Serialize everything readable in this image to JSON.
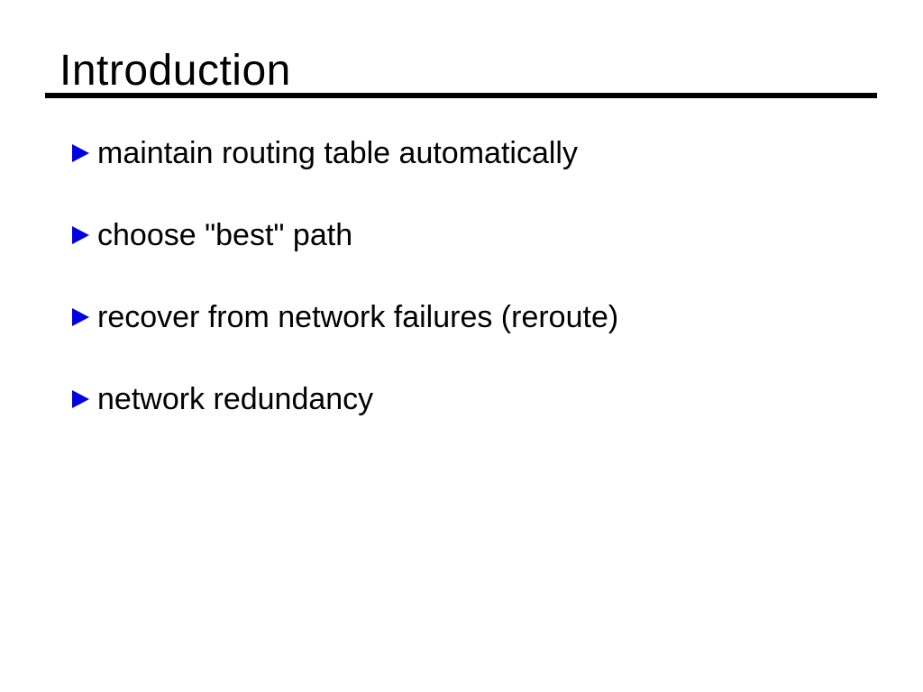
{
  "slide": {
    "title": "Introduction",
    "bullets": [
      "maintain routing table automatically",
      "choose \"best\" path",
      "recover from network failures (reroute)",
      "network redundancy"
    ],
    "colors": {
      "background": "#ffffff",
      "text": "#000000",
      "rule": "#000000",
      "bullet_triangle": "#0000e0"
    }
  }
}
